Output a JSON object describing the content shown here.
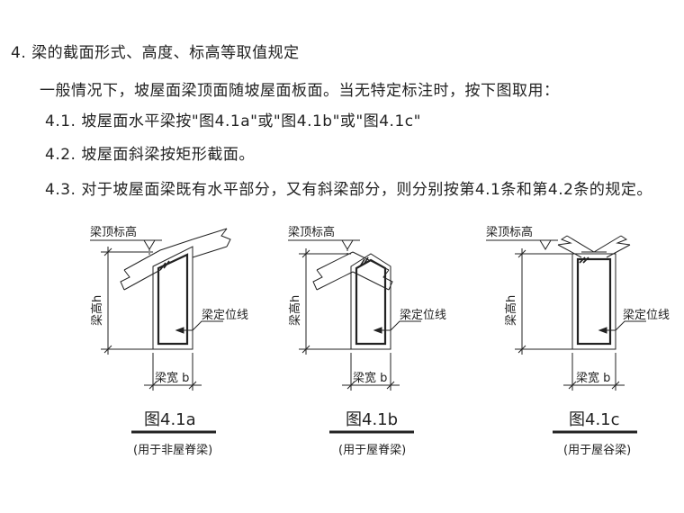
{
  "header": {
    "title": "4. 梁的截面形式、高度、标高等取值规定",
    "intro": "一般情况下，坡屋面梁顶面随坡屋面板面。当无特定标注时，按下图取用：",
    "rule_1": "4.1. 坡屋面水平梁按\"图4.1a\"或\"图4.1b\"或\"图4.1c\"",
    "rule_2": "4.2. 坡屋面斜梁按矩形截面。",
    "rule_3": "4.3. 对于坡屋面梁既有水平部分，又有斜梁部分，则分别按第4.1条和第4.2条的规定。"
  },
  "figures": [
    {
      "top_label": "梁顶标高",
      "height_label": "梁高h",
      "position_label": "梁定位线",
      "width_label": "梁宽 b",
      "caption": "图4.1a",
      "note": "(用于非屋脊梁)"
    },
    {
      "top_label": "梁顶标高",
      "height_label": "梁高h",
      "position_label": "梁定位线",
      "width_label": "梁宽 b",
      "caption": "图4.1b",
      "note": "(用于屋脊梁)"
    },
    {
      "top_label": "梁顶标高",
      "height_label": "梁高h",
      "position_label": "梁定位线",
      "width_label": "梁宽 b",
      "caption": "图4.1c",
      "note": "(用于屋谷梁)"
    }
  ]
}
